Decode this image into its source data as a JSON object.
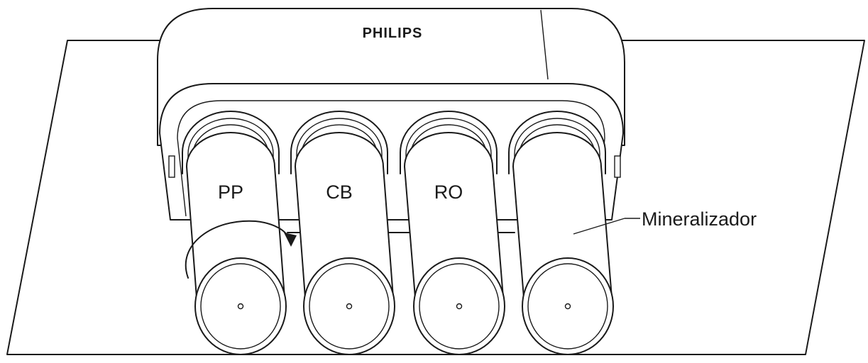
{
  "diagram": {
    "brand": "PHILIPS",
    "filters": [
      {
        "id": "pp",
        "label": "PP"
      },
      {
        "id": "cb",
        "label": "CB"
      },
      {
        "id": "ro",
        "label": "RO"
      },
      {
        "id": "mineralizador",
        "label": ""
      }
    ],
    "callout": {
      "label": "Mineralizador"
    },
    "colors": {
      "stroke": "#1a1a1a",
      "background": "#ffffff"
    },
    "icons": [
      "rotation-arrow-icon"
    ]
  }
}
